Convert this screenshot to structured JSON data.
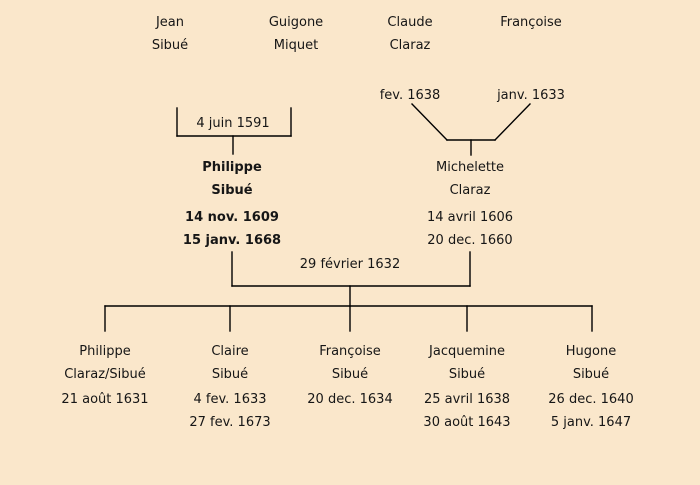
{
  "colors": {
    "background": "#fae7cb",
    "line": "#000000",
    "text": "#161616"
  },
  "generation1": {
    "father1": {
      "line1": "Jean",
      "line2": "Sibué"
    },
    "mother1": {
      "line1": "Guigone",
      "line2": "Miquet"
    },
    "father2": {
      "line1": "Claude",
      "line2": "Claraz",
      "date": "fev. 1638"
    },
    "mother2": {
      "line1": "Françoise",
      "date": "janv. 1633"
    }
  },
  "marriages": {
    "first": {
      "date": "4 juin 1591"
    },
    "second": {
      "date": "29 février 1632"
    }
  },
  "generation2": {
    "husband": {
      "line1": "Philippe",
      "line2": "Sibué",
      "date1": "14 nov. 1609",
      "date2": "15 janv. 1668"
    },
    "wife": {
      "line1": "Michelette",
      "line2": "Claraz",
      "date1": "14 avril 1606",
      "date2": "20 dec. 1660"
    }
  },
  "generation3": [
    {
      "line1": "Philippe",
      "line2": "Claraz/Sibué",
      "date1": "21 août 1631",
      "date2": ""
    },
    {
      "line1": "Claire",
      "line2": "Sibué",
      "date1": "4 fev. 1633",
      "date2": "27 fev. 1673"
    },
    {
      "line1": "Françoise",
      "line2": "Sibué",
      "date1": "20 dec. 1634",
      "date2": ""
    },
    {
      "line1": "Jacquemine",
      "line2": "Sibué",
      "date1": "25 avril 1638",
      "date2": "30 août 1643"
    },
    {
      "line1": "Hugone",
      "line2": "Sibué",
      "date1": "26 dec. 1640",
      "date2": "5 janv. 1647"
    }
  ]
}
